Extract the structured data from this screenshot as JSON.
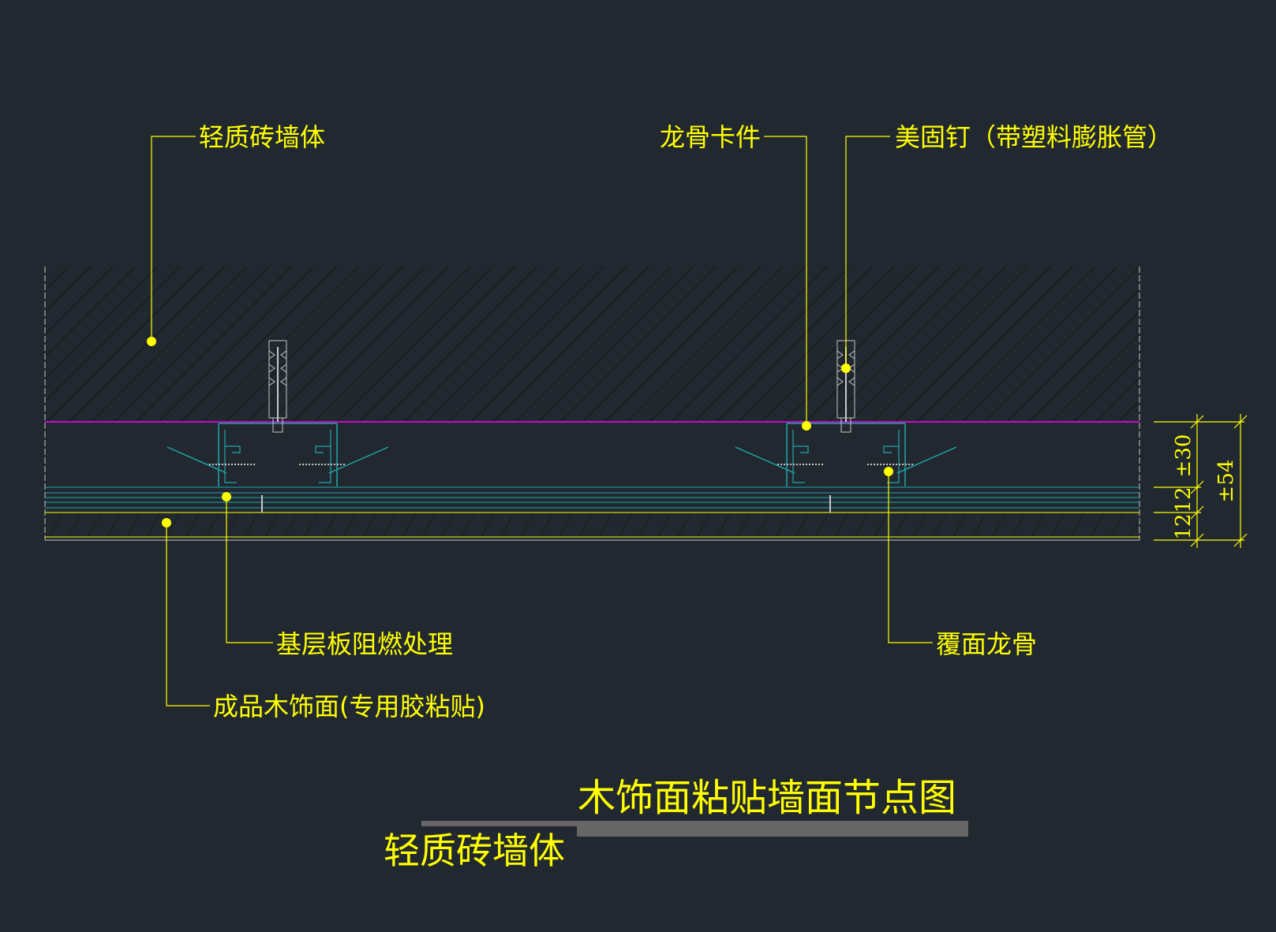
{
  "labels": {
    "brick_wall": "轻质砖墙体",
    "keel_clip": "龙骨卡件",
    "anchor_nail": "美固钉（带塑料膨胀管）",
    "base_board": "基层板阻燃处理",
    "cover_keel": "覆面龙骨",
    "wood_finish": "成品木饰面(专用胶粘贴)"
  },
  "dimensions": {
    "d30": "±30",
    "d54": "±54",
    "d12a": "12",
    "d12b": "12"
  },
  "title": {
    "main": "木饰面粘贴墙面节点图",
    "sub": "轻质砖墙体"
  },
  "colors": {
    "background": "#212830",
    "leader": "#ffff00",
    "text": "#ffff00",
    "hatch": "#0b0e12",
    "keel": "#1fa8a8",
    "membrane": "#ff00ff",
    "title_bar": "#666666",
    "outline": "#c8c8c8"
  }
}
